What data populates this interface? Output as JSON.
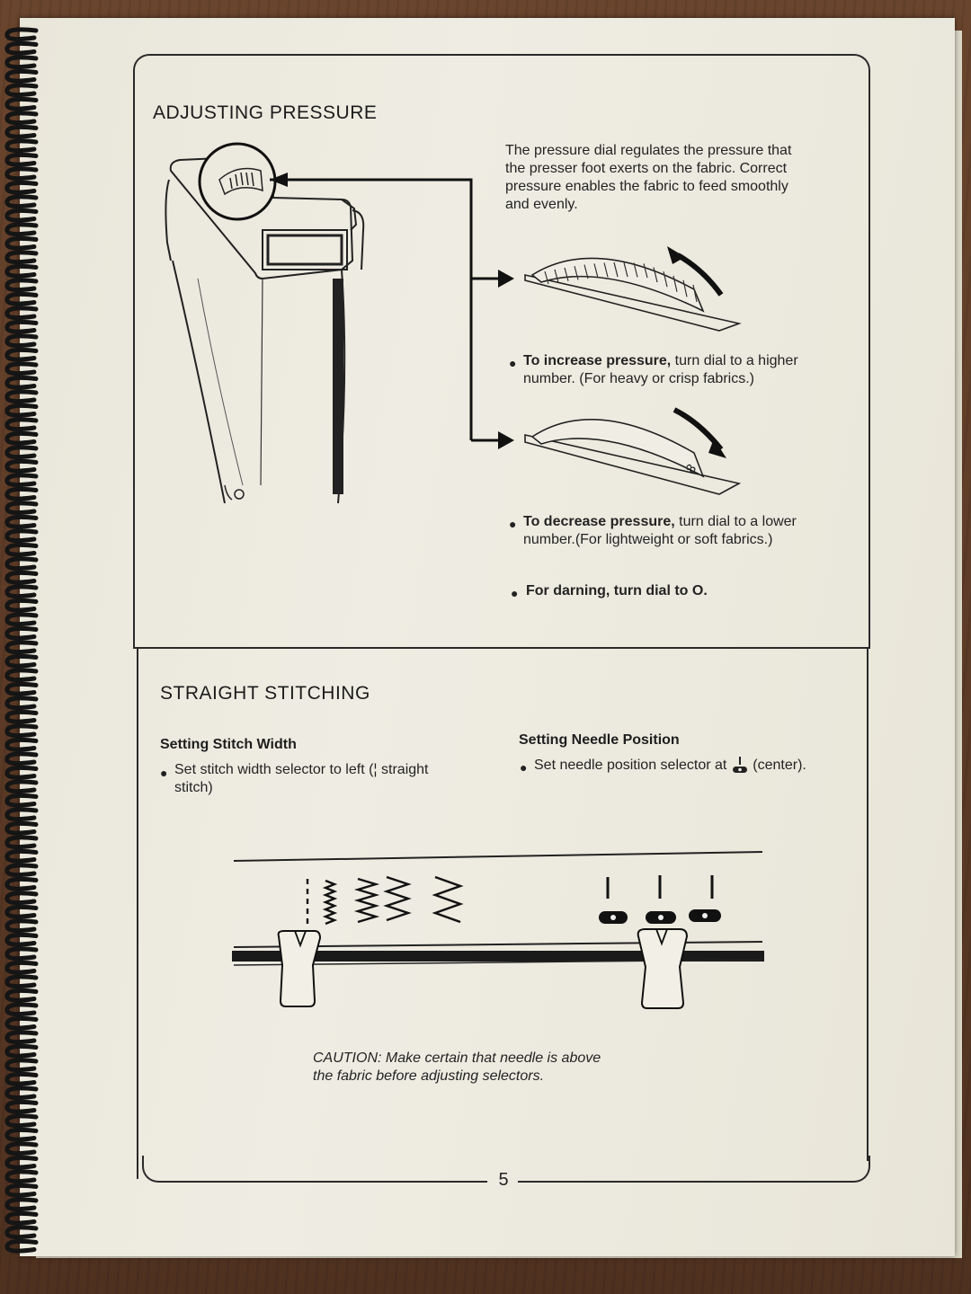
{
  "adjusting_pressure": {
    "heading": "ADJUSTING PRESSURE",
    "intro_line1": "The pressure dial regulates the pressure that",
    "intro_line2": "the presser foot exerts on the fabric. Correct",
    "intro_line3": "pressure enables the fabric to feed smoothly",
    "intro_line4": "and evenly.",
    "increase_bold": "To increase pressure,",
    "increase_rest": " turn dial to a higher",
    "increase_line2": "number. (For heavy or crisp fabrics.)",
    "decrease_bold": "To decrease pressure,",
    "decrease_rest": " turn dial to a lower",
    "decrease_line2": "number.(For lightweight or soft fabrics.)",
    "darning_text": "For darning, turn dial to O."
  },
  "straight_stitching": {
    "heading": "STRAIGHT STITCHING",
    "width_subheading": "Setting Stitch Width",
    "width_line1": "Set stitch width selector to left (¦ straight",
    "width_line2": "stitch)",
    "needle_subheading": "Setting Needle Position",
    "needle_text": "Set needle position selector at",
    "needle_text_end": "(center).",
    "caution_line1": "CAUTION: Make certain that needle is above",
    "caution_line2": "the fabric before adjusting selectors."
  },
  "page_number": "5",
  "icons": [
    "sewing-machine-illustration-icon",
    "pressure-dial-high-icon",
    "pressure-dial-low-icon",
    "stitch-width-selector-icon",
    "needle-position-selector-icon"
  ]
}
